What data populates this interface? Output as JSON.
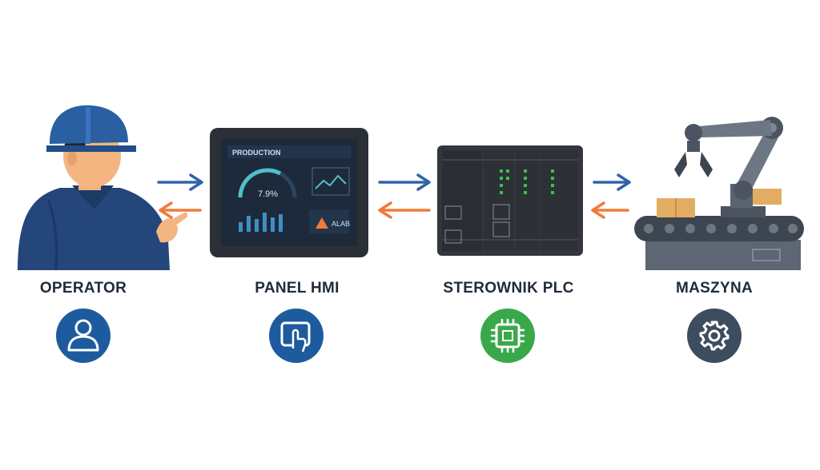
{
  "stages": [
    {
      "label": "OPERATOR",
      "icon": "user-icon",
      "color": "#1e5b9e"
    },
    {
      "label": "PANEL HMI",
      "icon": "touch-screen-icon",
      "color": "#1e5b9e"
    },
    {
      "label": "STEROWNIK PLC",
      "icon": "chip-icon",
      "color": "#3aa84a"
    },
    {
      "label": "MASZYNA",
      "icon": "gear-icon",
      "color": "#3e4c5f"
    }
  ],
  "hmi_screen": {
    "title": "PRODUCTION",
    "gauge_value": "7.9%",
    "alarm_text": "ALAB"
  },
  "arrows": {
    "forward_color": "#2f63a8",
    "backward_color": "#f07a3a"
  }
}
